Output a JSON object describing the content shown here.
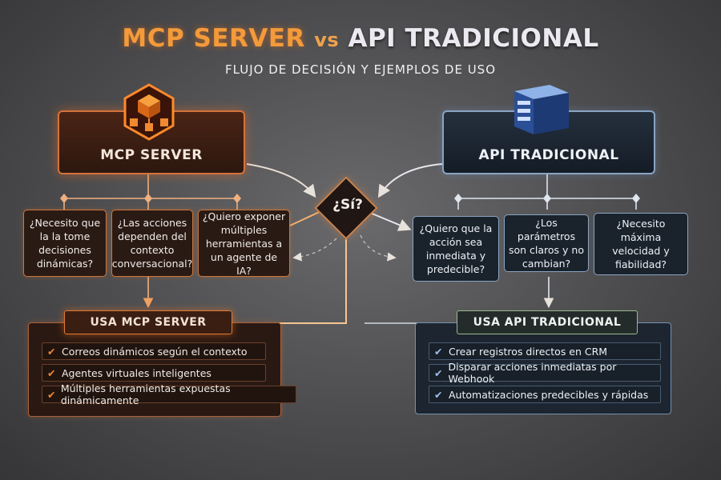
{
  "title": {
    "left": "MCP SERVER",
    "vs": "vs",
    "right": "API TRADICIONAL"
  },
  "subtitle": "FLUJO DE DECISIÓN Y EJEMPLOS DE USO",
  "decision": {
    "label": "¿Sí?"
  },
  "mcp": {
    "header": "MCP SERVER",
    "icon": "cube-network-icon",
    "accent": "#f07a28",
    "questions": [
      "¿Necesito que la la tome decisiones dinámicas?",
      "¿Las acciones dependen del contexto conversacional?",
      "¿Quiero exponer múltiples herramientas a un agente de IA?"
    ],
    "result_label": "USA MCP SERVER",
    "results": [
      "Correos dinámicos según el contexto",
      "Agentes virtuales inteligentes",
      "Múltiples herramientas expuestas dinámicamente"
    ]
  },
  "api": {
    "header": "API TRADICIONAL",
    "icon": "server-rack-icon",
    "accent": "#8aa4c2",
    "questions": [
      "¿Quiero que la acción sea inmediata y predecible?",
      "¿Los parámetros son claros y no cambian?",
      "¿Necesito máxima velocidad y fiabilidad?"
    ],
    "result_label": "USA API TRADICIONAL",
    "results": [
      "Crear registros directos en CRM",
      "Disparar acciones inmediatas por Webhook",
      "Automatizaciones predecibles y rápidas"
    ]
  }
}
